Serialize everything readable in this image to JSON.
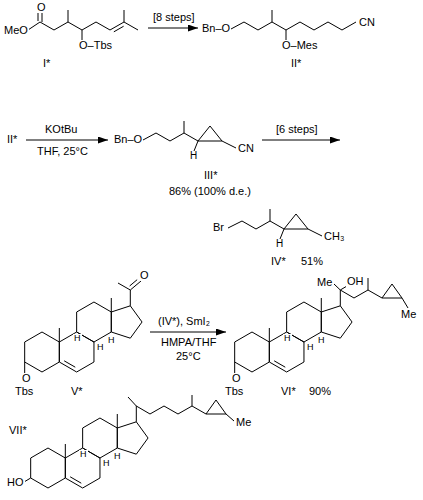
{
  "diagram": {
    "labels": [
      "O",
      "MeO",
      "O–Tbs",
      "I*",
      "[8 steps]",
      "Bn–O",
      "CN",
      "O–Mes",
      "II*",
      "II*",
      "KOtBu",
      "THF, 25°C",
      "Bn–O",
      "H",
      "CN",
      "III*",
      "86% (100% d.e.)",
      "[6 steps]",
      "Br",
      "H",
      "CH₃",
      "IV*",
      "51%",
      "O",
      "H",
      "H",
      "H",
      "O",
      "Tbs",
      "V*",
      "(IV*), SmI₂",
      "HMPA/THF",
      "25°C",
      "Me",
      "OH",
      "H",
      "H",
      "H",
      "Me",
      "O",
      "Tbs",
      "VI*",
      "90%",
      "Me",
      "H",
      "H",
      "H",
      "HO",
      "VII*"
    ]
  }
}
